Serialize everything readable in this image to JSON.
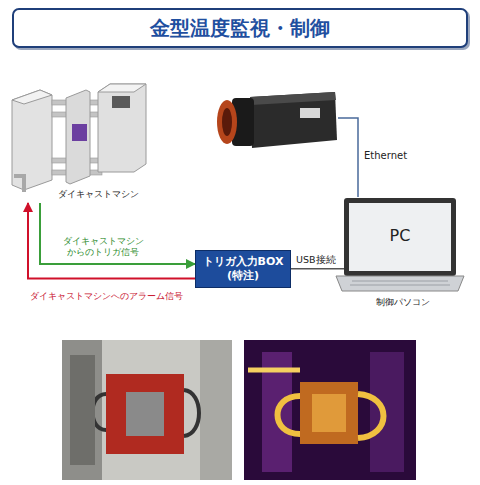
{
  "diagram": {
    "title": "金型温度監視・制御",
    "nodes": [
      {
        "text": [
          "ダイキャストマシン"
        ]
      },
      {
        "text": [
          "トリガ入力BOX (特注)"
        ]
      },
      {
        "text": [
          "PC",
          "制御パソコン"
        ]
      }
    ],
    "edges": [
      {
        "from": 0,
        "to": 1,
        "arrow": "to",
        "label": "ダイキャストマシン からのトリガ信号"
      },
      {
        "from": 1,
        "to": 0,
        "arrow": "to",
        "label": "ダイキャストマシンへのアラーム信号"
      },
      {
        "from": 1,
        "to": 2,
        "arrow": "none",
        "label": "USB接続"
      }
    ],
    "labels": [
      "Ethernet"
    ]
  }
}
